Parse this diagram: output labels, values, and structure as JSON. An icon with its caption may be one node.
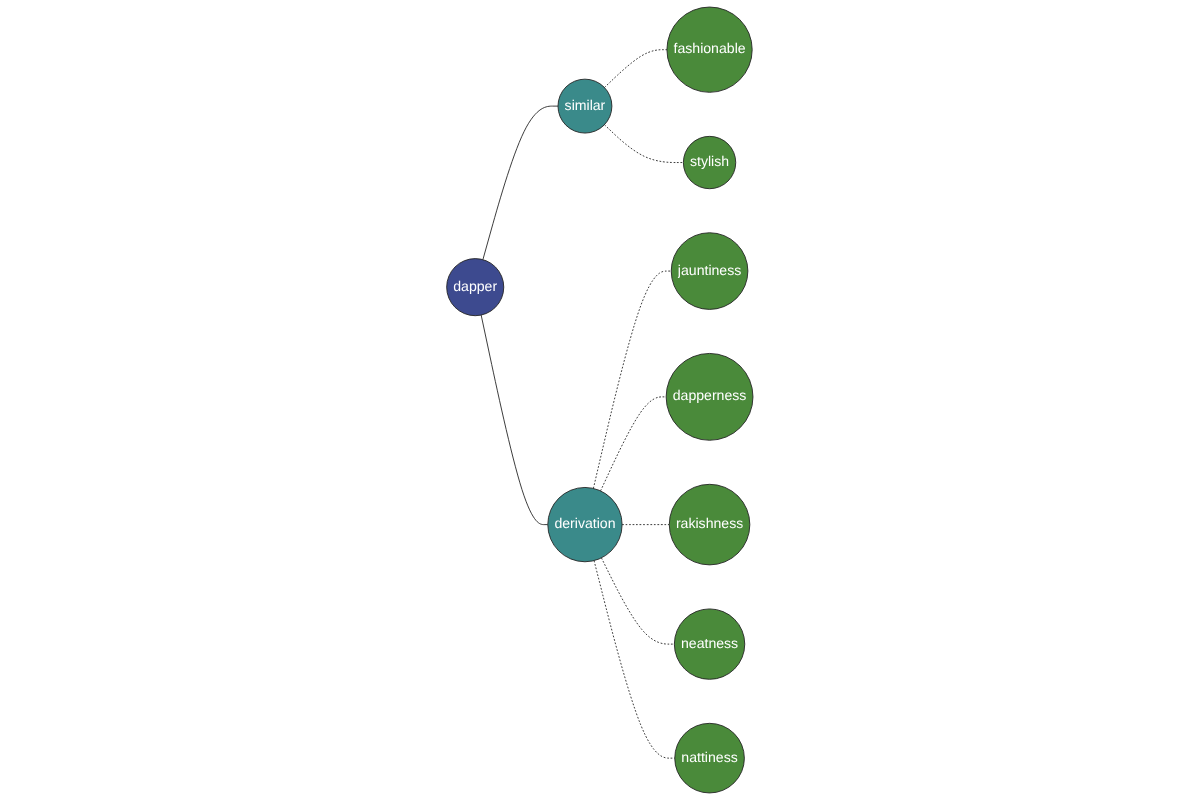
{
  "diagram": {
    "nodes": [
      {
        "text": [
          "dapper"
        ]
      },
      {
        "text": [
          "similar"
        ]
      },
      {
        "text": [
          "derivation"
        ]
      },
      {
        "text": [
          "fashionable"
        ]
      },
      {
        "text": [
          "stylish"
        ]
      },
      {
        "text": [
          "jauntiness"
        ]
      },
      {
        "text": [
          "dapperness"
        ]
      },
      {
        "text": [
          "rakishness"
        ]
      },
      {
        "text": [
          "neatness"
        ]
      },
      {
        "text": [
          "nattiness"
        ]
      }
    ],
    "edges": [
      {
        "from": 0,
        "to": 1,
        "arrow": "none"
      },
      {
        "from": 0,
        "to": 2,
        "arrow": "none"
      },
      {
        "from": 1,
        "to": 3,
        "arrow": "none",
        "style": "dashed"
      },
      {
        "from": 1,
        "to": 4,
        "arrow": "none",
        "style": "dashed"
      },
      {
        "from": 2,
        "to": 5,
        "arrow": "none",
        "style": "dashed"
      },
      {
        "from": 2,
        "to": 6,
        "arrow": "none",
        "style": "dashed"
      },
      {
        "from": 2,
        "to": 7,
        "arrow": "none",
        "style": "dashed"
      },
      {
        "from": 2,
        "to": 8,
        "arrow": "none",
        "style": "dashed"
      },
      {
        "from": 2,
        "to": 9,
        "arrow": "none",
        "style": "dashed"
      }
    ]
  }
}
